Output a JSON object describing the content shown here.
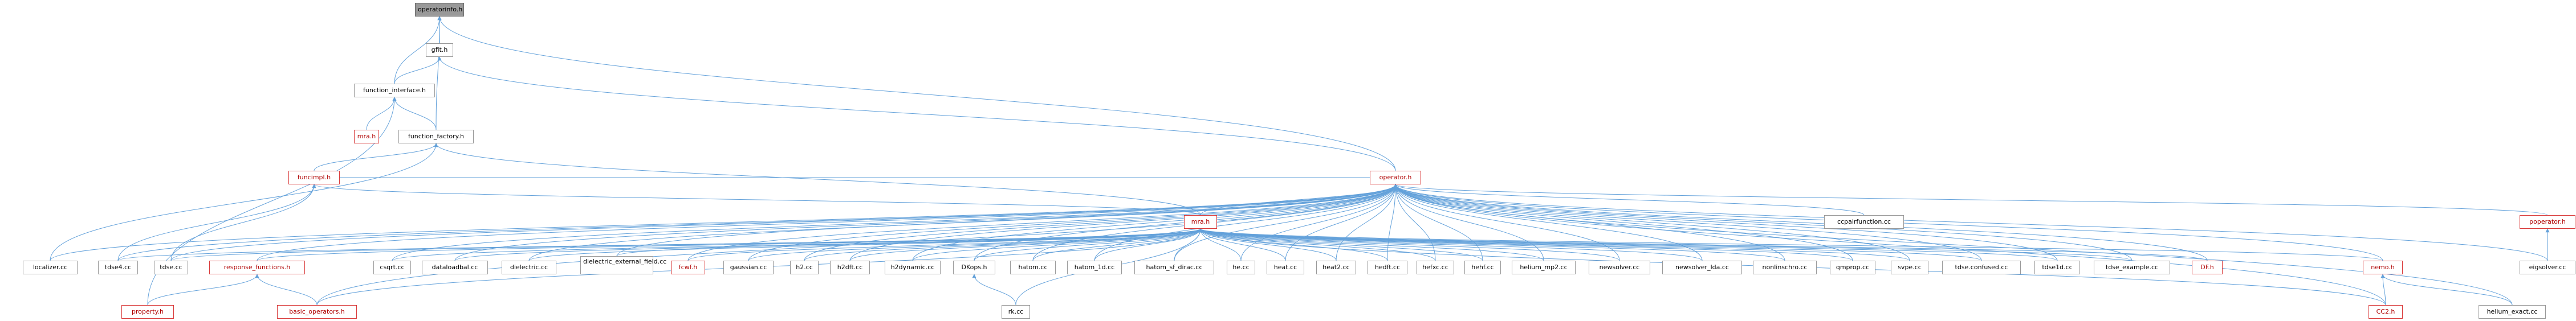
{
  "graph": {
    "nodes": [
      {
        "id": "operatorinfo",
        "label": "operatorinfo.h",
        "style": "focus"
      },
      {
        "id": "gfit",
        "label": "gfit.h",
        "style": "normal"
      },
      {
        "id": "function_interface",
        "label": "function_interface.h",
        "style": "normal"
      },
      {
        "id": "mrah_top",
        "label": "mra.h",
        "style": "red"
      },
      {
        "id": "function_factory",
        "label": "function_factory.h",
        "style": "normal"
      },
      {
        "id": "funcimpl",
        "label": "funcimpl.h",
        "style": "red"
      },
      {
        "id": "operator",
        "label": "operator.h",
        "style": "red"
      },
      {
        "id": "mra",
        "label": "mra.h",
        "style": "red"
      },
      {
        "id": "ccpairfunction",
        "label": "ccpairfunction.cc",
        "style": "normal"
      },
      {
        "id": "poperator",
        "label": "poperator.h",
        "style": "red"
      },
      {
        "id": "localizer",
        "label": "localizer.cc",
        "style": "normal"
      },
      {
        "id": "tdse4",
        "label": "tdse4.cc",
        "style": "normal"
      },
      {
        "id": "tdse",
        "label": "tdse.cc",
        "style": "normal"
      },
      {
        "id": "response_functions",
        "label": "response_functions.h",
        "style": "red"
      },
      {
        "id": "csqrt",
        "label": "csqrt.cc",
        "style": "normal"
      },
      {
        "id": "dataloadbal",
        "label": "dataloadbal.cc",
        "style": "normal"
      },
      {
        "id": "dielectric",
        "label": "dielectric.cc",
        "style": "normal"
      },
      {
        "id": "dielectric_external_field",
        "label": "dielectric_external_field.cc",
        "style": "normal"
      },
      {
        "id": "fcwf",
        "label": "fcwf.h",
        "style": "red"
      },
      {
        "id": "gaussian",
        "label": "gaussian.cc",
        "style": "normal"
      },
      {
        "id": "h2",
        "label": "h2.cc",
        "style": "normal"
      },
      {
        "id": "h2dft",
        "label": "h2dft.cc",
        "style": "normal"
      },
      {
        "id": "h2dynamic",
        "label": "h2dynamic.cc",
        "style": "normal"
      },
      {
        "id": "dkops",
        "label": "DKops.h",
        "style": "normal"
      },
      {
        "id": "hatom",
        "label": "hatom.cc",
        "style": "normal"
      },
      {
        "id": "hatom_1d",
        "label": "hatom_1d.cc",
        "style": "normal"
      },
      {
        "id": "hatom_sf_dirac",
        "label": "hatom_sf_dirac.cc",
        "style": "normal"
      },
      {
        "id": "he",
        "label": "he.cc",
        "style": "normal"
      },
      {
        "id": "heat",
        "label": "heat.cc",
        "style": "normal"
      },
      {
        "id": "heat2",
        "label": "heat2.cc",
        "style": "normal"
      },
      {
        "id": "hedft",
        "label": "hedft.cc",
        "style": "normal"
      },
      {
        "id": "hefxc",
        "label": "hefxc.cc",
        "style": "normal"
      },
      {
        "id": "hehf",
        "label": "hehf.cc",
        "style": "normal"
      },
      {
        "id": "helium_mp2",
        "label": "helium_mp2.cc",
        "style": "normal"
      },
      {
        "id": "newsolver",
        "label": "newsolver.cc",
        "style": "normal"
      },
      {
        "id": "newsolver_lda",
        "label": "newsolver_lda.cc",
        "style": "normal"
      },
      {
        "id": "nonlinschro",
        "label": "nonlinschro.cc",
        "style": "normal"
      },
      {
        "id": "qmprop",
        "label": "qmprop.cc",
        "style": "normal"
      },
      {
        "id": "svpe",
        "label": "svpe.cc",
        "style": "normal"
      },
      {
        "id": "tdse_confused",
        "label": "tdse.confused.cc",
        "style": "normal"
      },
      {
        "id": "tdse1d",
        "label": "tdse1d.cc",
        "style": "normal"
      },
      {
        "id": "tdse_example",
        "label": "tdse_example.cc",
        "style": "normal"
      },
      {
        "id": "df",
        "label": "DF.h",
        "style": "red"
      },
      {
        "id": "nemo",
        "label": "nemo.h",
        "style": "red"
      },
      {
        "id": "eigsolver",
        "label": "eigsolver.cc",
        "style": "normal"
      },
      {
        "id": "property",
        "label": "property.h",
        "style": "red"
      },
      {
        "id": "basic_operators",
        "label": "basic_operators.h",
        "style": "red"
      },
      {
        "id": "rk",
        "label": "rk.cc",
        "style": "normal"
      },
      {
        "id": "cc2",
        "label": "CC2.h",
        "style": "red"
      },
      {
        "id": "helium_exact",
        "label": "helium_exact.cc",
        "style": "normal"
      }
    ],
    "edges": [
      [
        "gfit",
        "operatorinfo"
      ],
      [
        "function_interface",
        "operatorinfo"
      ],
      [
        "function_factory",
        "operatorinfo"
      ],
      [
        "operator",
        "operatorinfo"
      ],
      [
        "function_interface",
        "gfit"
      ],
      [
        "operator",
        "gfit"
      ],
      [
        "mrah_top",
        "function_interface"
      ],
      [
        "function_factory",
        "function_interface"
      ],
      [
        "property",
        "function_interface"
      ],
      [
        "funcimpl",
        "function_factory"
      ],
      [
        "localizer",
        "function_factory"
      ],
      [
        "mra",
        "function_factory"
      ],
      [
        "mra",
        "funcimpl"
      ],
      [
        "tdse4",
        "funcimpl"
      ],
      [
        "tdse",
        "funcimpl"
      ],
      [
        "funcimpl",
        "operator"
      ],
      [
        "mra",
        "operator"
      ],
      [
        "ccpairfunction",
        "operator"
      ],
      [
        "poperator",
        "operator"
      ],
      [
        "localizer",
        "operator"
      ],
      [
        "tdse4",
        "operator"
      ],
      [
        "tdse",
        "operator"
      ],
      [
        "response_functions",
        "operator"
      ],
      [
        "csqrt",
        "operator"
      ],
      [
        "dataloadbal",
        "operator"
      ],
      [
        "dielectric",
        "operator"
      ],
      [
        "dielectric_external_field",
        "operator"
      ],
      [
        "fcwf",
        "operator"
      ],
      [
        "gaussian",
        "operator"
      ],
      [
        "h2",
        "operator"
      ],
      [
        "h2dft",
        "operator"
      ],
      [
        "h2dynamic",
        "operator"
      ],
      [
        "dkops",
        "operator"
      ],
      [
        "hatom",
        "operator"
      ],
      [
        "hatom_1d",
        "operator"
      ],
      [
        "hatom_sf_dirac",
        "operator"
      ],
      [
        "he",
        "operator"
      ],
      [
        "heat",
        "operator"
      ],
      [
        "heat2",
        "operator"
      ],
      [
        "hedft",
        "operator"
      ],
      [
        "hefxc",
        "operator"
      ],
      [
        "hehf",
        "operator"
      ],
      [
        "helium_mp2",
        "operator"
      ],
      [
        "newsolver",
        "operator"
      ],
      [
        "newsolver_lda",
        "operator"
      ],
      [
        "nonlinschro",
        "operator"
      ],
      [
        "qmprop",
        "operator"
      ],
      [
        "svpe",
        "operator"
      ],
      [
        "tdse_confused",
        "operator"
      ],
      [
        "tdse1d",
        "operator"
      ],
      [
        "tdse_example",
        "operator"
      ],
      [
        "df",
        "operator"
      ],
      [
        "nemo",
        "operator"
      ],
      [
        "eigsolver",
        "operator"
      ],
      [
        "basic_operators",
        "operator"
      ],
      [
        "cc2",
        "operator"
      ],
      [
        "helium_exact",
        "operator"
      ],
      [
        "tdse4",
        "mra"
      ],
      [
        "tdse",
        "mra"
      ],
      [
        "response_functions",
        "mra"
      ],
      [
        "csqrt",
        "mra"
      ],
      [
        "dataloadbal",
        "mra"
      ],
      [
        "dielectric",
        "mra"
      ],
      [
        "dielectric_external_field",
        "mra"
      ],
      [
        "fcwf",
        "mra"
      ],
      [
        "gaussian",
        "mra"
      ],
      [
        "h2",
        "mra"
      ],
      [
        "h2dft",
        "mra"
      ],
      [
        "h2dynamic",
        "mra"
      ],
      [
        "dkops",
        "mra"
      ],
      [
        "hatom",
        "mra"
      ],
      [
        "hatom_1d",
        "mra"
      ],
      [
        "hatom_sf_dirac",
        "mra"
      ],
      [
        "he",
        "mra"
      ],
      [
        "heat",
        "mra"
      ],
      [
        "heat2",
        "mra"
      ],
      [
        "hedft",
        "mra"
      ],
      [
        "hefxc",
        "mra"
      ],
      [
        "hehf",
        "mra"
      ],
      [
        "helium_mp2",
        "mra"
      ],
      [
        "newsolver",
        "mra"
      ],
      [
        "newsolver_lda",
        "mra"
      ],
      [
        "nonlinschro",
        "mra"
      ],
      [
        "qmprop",
        "mra"
      ],
      [
        "svpe",
        "mra"
      ],
      [
        "tdse_confused",
        "mra"
      ],
      [
        "tdse1d",
        "mra"
      ],
      [
        "tdse_example",
        "mra"
      ],
      [
        "df",
        "mra"
      ],
      [
        "nemo",
        "mra"
      ],
      [
        "basic_operators",
        "mra"
      ],
      [
        "rk",
        "mra"
      ],
      [
        "cc2",
        "mra"
      ],
      [
        "property",
        "response_functions"
      ],
      [
        "basic_operators",
        "response_functions"
      ],
      [
        "rk",
        "dkops"
      ],
      [
        "eigsolver",
        "poperator"
      ],
      [
        "cc2",
        "nemo"
      ],
      [
        "helium_exact",
        "nemo"
      ]
    ]
  }
}
